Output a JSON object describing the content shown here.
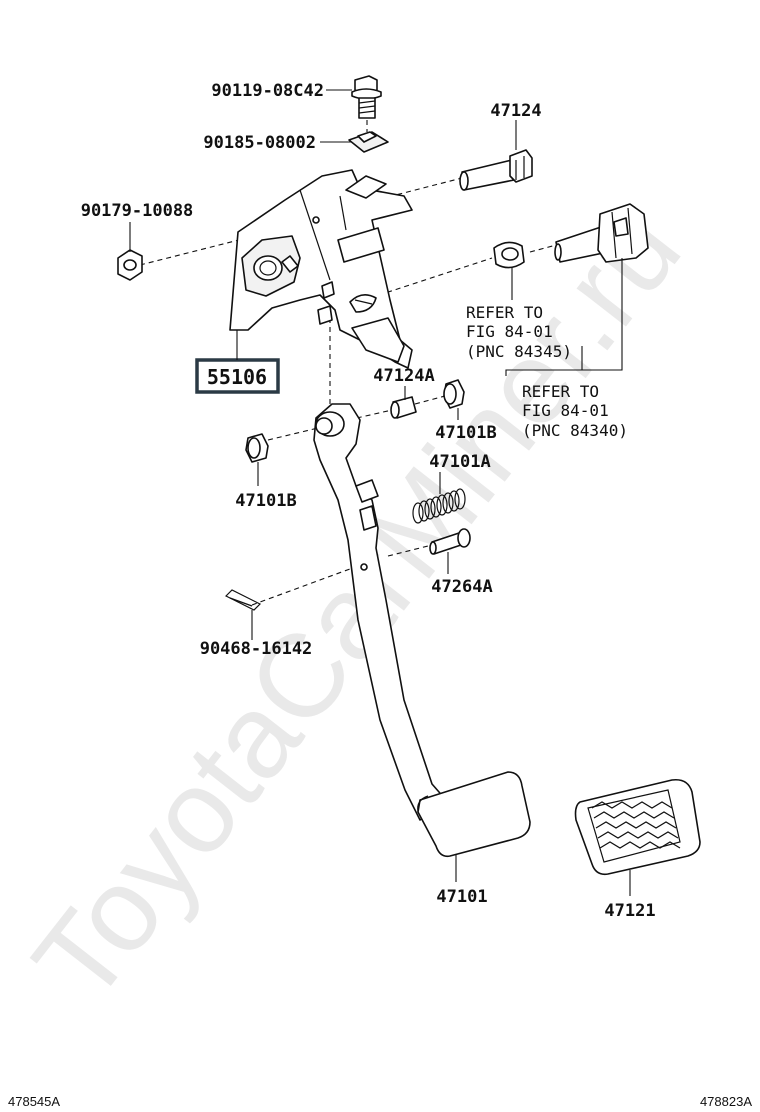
{
  "watermark": "ToyotaCarMiner.ru",
  "parts": {
    "bolt_top": "90119-08C42",
    "clip_nut": "90185-08002",
    "nut_left": "90179-10088",
    "bracket": "55106",
    "shaft_bolt": "47124",
    "collar": "47124A",
    "bushing_right": "47101B",
    "bushing_left": "47101B",
    "spring": "47101A",
    "clevis_pin": "47264A",
    "clip_pin": "90468-16142",
    "pedal_arm": "47101",
    "pedal_pad": "47121"
  },
  "refs": {
    "ref_a": [
      "REFER TO",
      "FIG 84-01",
      "(PNC 84345)"
    ],
    "ref_b": [
      "REFER TO",
      "FIG 84-01",
      "(PNC 84340)"
    ]
  },
  "footer": {
    "left_code": "478545A",
    "right_code": "478823A"
  }
}
